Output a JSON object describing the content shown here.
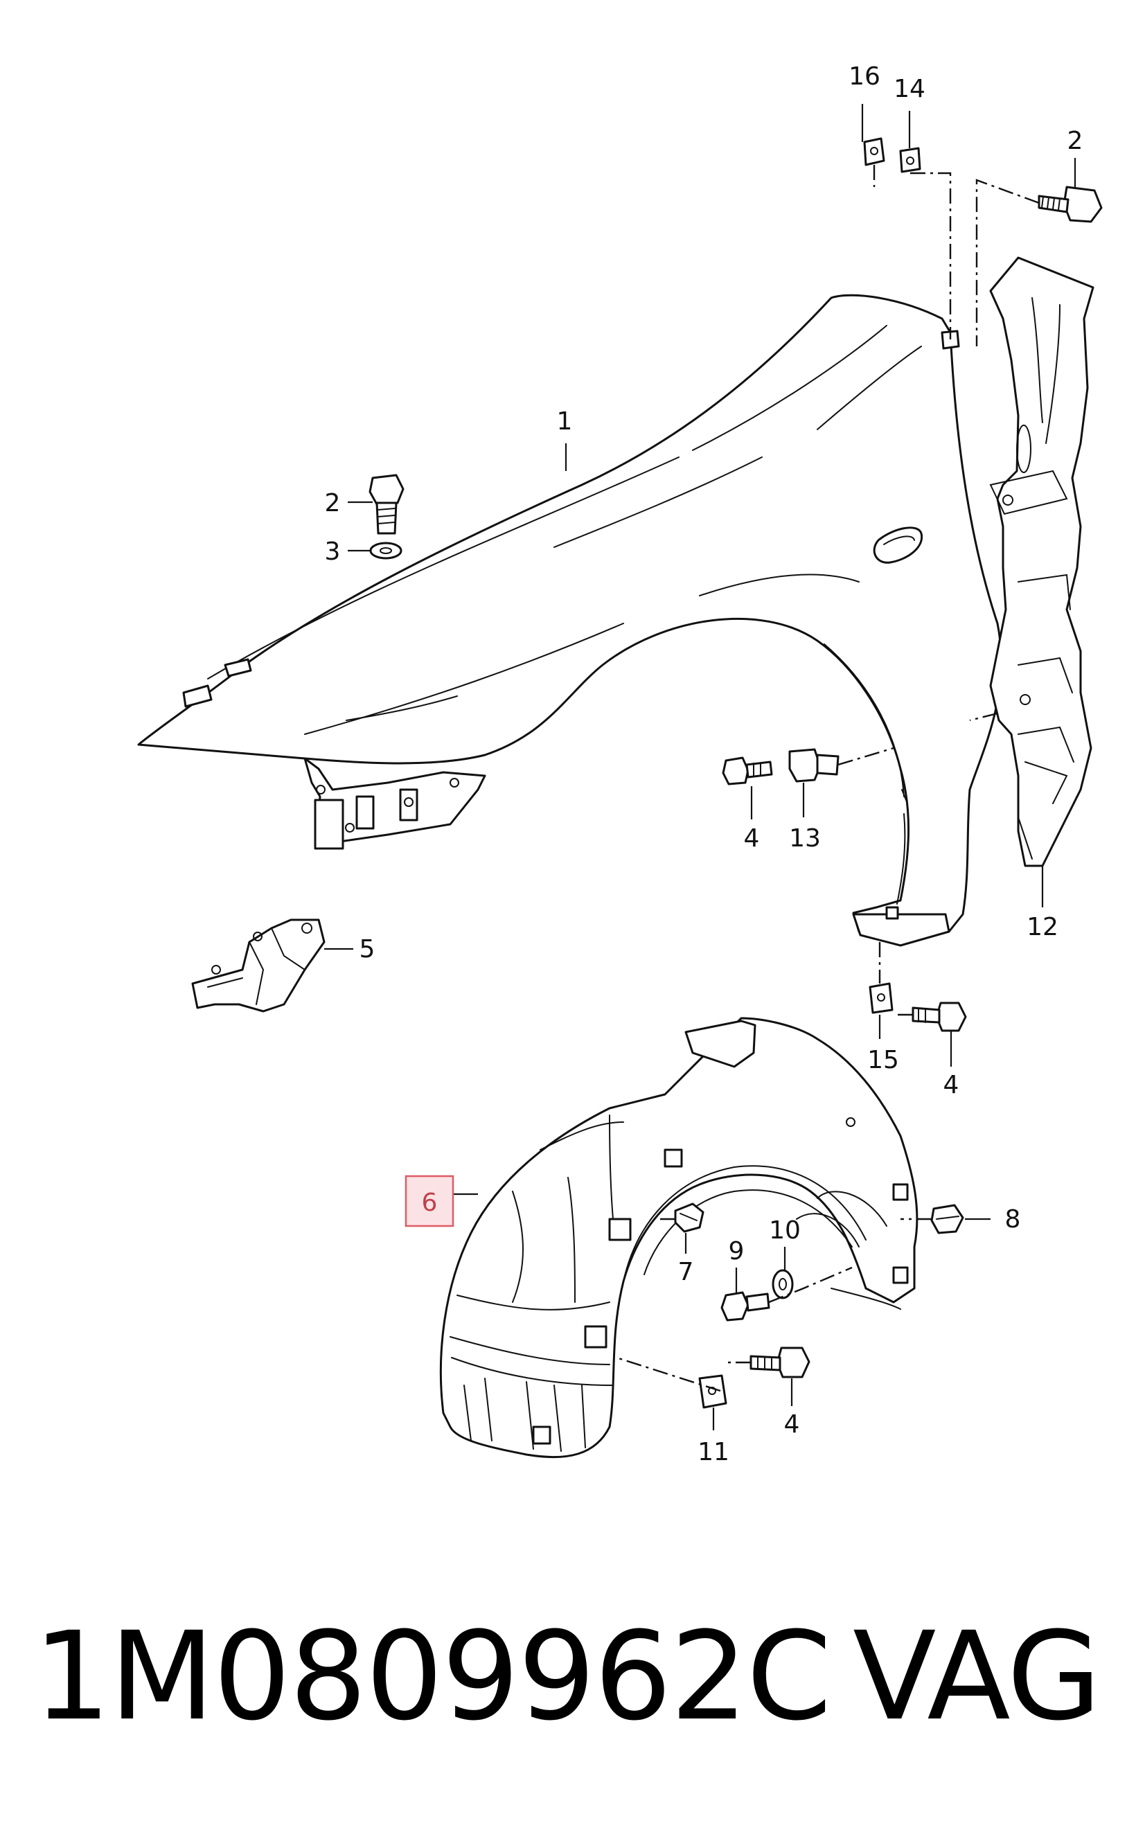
{
  "diagram": {
    "callouts": {
      "c1": "1",
      "c2a": "2",
      "c2b": "2",
      "c3": "3",
      "c4a": "4",
      "c4b": "4",
      "c4c": "4",
      "c5": "5",
      "c6": "6",
      "c7": "7",
      "c8": "8",
      "c9": "9",
      "c10": "10",
      "c11": "11",
      "c12": "12",
      "c13": "13",
      "c14": "14",
      "c15": "15",
      "c16": "16"
    },
    "highlighted_callout": "6",
    "highlight_color": "#e05a64",
    "highlight_fill": "#fbe3e5"
  },
  "footer": {
    "part_number": "1M0809962C",
    "brand": "VAG"
  }
}
